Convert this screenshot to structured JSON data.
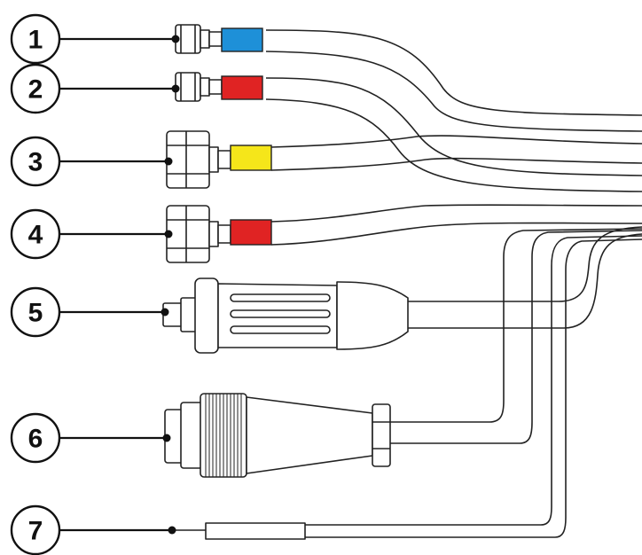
{
  "callouts": [
    {
      "id": "1",
      "label": "1",
      "sleeve_color": "#1e90d8"
    },
    {
      "id": "2",
      "label": "2",
      "sleeve_color": "#e02323"
    },
    {
      "id": "3",
      "label": "3",
      "sleeve_color": "#f5e61a"
    },
    {
      "id": "4",
      "label": "4",
      "sleeve_color": "#e02323"
    },
    {
      "id": "5",
      "label": "5"
    },
    {
      "id": "6",
      "label": "6"
    },
    {
      "id": "7",
      "label": "7"
    }
  ],
  "colors": {
    "line": "#222222",
    "background": "#ffffff"
  }
}
